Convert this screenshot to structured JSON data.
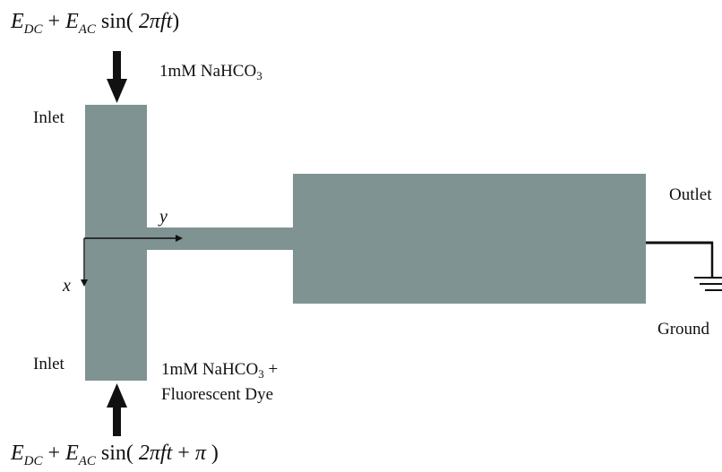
{
  "equations": {
    "top": {
      "E": "E",
      "dc": "DC",
      "plus": "+",
      "E2": "E",
      "ac": "AC",
      "sin": "sin(",
      "arg": "2πft",
      "close": ")"
    },
    "bottom": {
      "E": "E",
      "dc": "DC",
      "plus": "+",
      "E2": "E",
      "ac": "AC",
      "sin": "sin(",
      "arg": "2πft",
      "plus2": "+",
      "pi": "π",
      "close": ")"
    }
  },
  "labels": {
    "solution_top_main": "1mM NaHCO",
    "solution_top_sub": "3",
    "solution_bottom_main": "1mM NaHCO",
    "solution_bottom_sub": "3",
    "solution_bottom_plus": "+",
    "solution_bottom_line2": "Fluorescent Dye",
    "inlet_top": "Inlet",
    "inlet_bottom": "Inlet",
    "outlet": "Outlet",
    "ground": "Ground",
    "axis_x": "x",
    "axis_y": "y"
  },
  "colors": {
    "channel": "#7f9393",
    "arrow": "#111111",
    "text": "#111111"
  }
}
